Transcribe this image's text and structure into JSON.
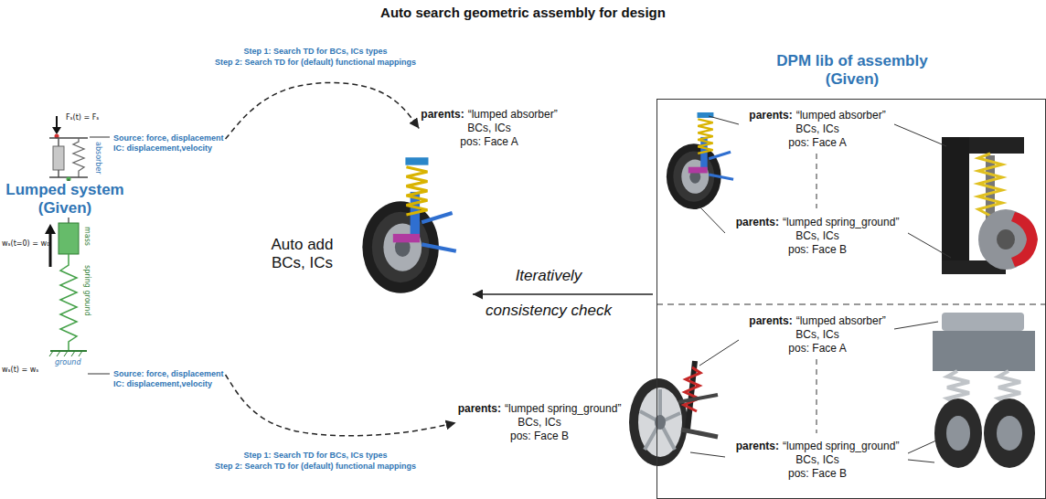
{
  "diagram": {
    "title": "Auto search geometric assembly for design",
    "nodes": [
      {
        "text": [
          "Source: force, displacement",
          "IC: displacement,velocity"
        ]
      },
      {
        "text": [
          "Source: force, displacement",
          "IC: displacement,velocity"
        ]
      },
      {
        "text": [
          "parents:",
          "“lumped absorber”",
          "BCs, ICs",
          "pos: Face A"
        ]
      },
      {
        "text": [
          "parents:",
          "“lumped spring_ground”",
          "BCs, ICs",
          "pos: Face B"
        ]
      },
      {
        "text": [
          "DPM lib of assembly (Given)"
        ]
      },
      {
        "text": [
          "parents:",
          "“lumped absorber”",
          "BCs, ICs",
          "pos: Face A"
        ],
        "in": 4
      },
      {
        "text": [
          "parents:",
          "“lumped spring_ground”",
          "BCs, ICs",
          "pos: Face B"
        ],
        "in": 4
      },
      {
        "text": [
          "parents:",
          "“lumped absorber”",
          "BCs, ICs",
          "pos: Face A"
        ],
        "in": 4
      },
      {
        "text": [
          "parents:",
          "“lumped spring_ground”",
          "BCs, ICs",
          "pos: Face B"
        ],
        "in": 4
      }
    ],
    "edges": [
      {
        "from": 0,
        "to": 2,
        "arrow": "to"
      },
      {
        "from": 1,
        "to": 3,
        "arrow": "to"
      }
    ],
    "labels": [
      "Lumped system (Given)",
      "Step 1: Search TD for BCs, ICs types",
      "Step 2: Search TD for (default) functional mappings",
      "Step 1: Search TD for BCs, ICs types",
      "Step 2: Search TD for (default) functional mappings",
      "Auto add BCs, ICs",
      "Iteratively",
      "consistency check",
      "Fₛ(t) = Fₛ",
      "wₛ(t=0) = w₀",
      "wₛ(t) = wₛ",
      "absorber",
      "mass",
      "spring ground",
      "ground"
    ]
  }
}
